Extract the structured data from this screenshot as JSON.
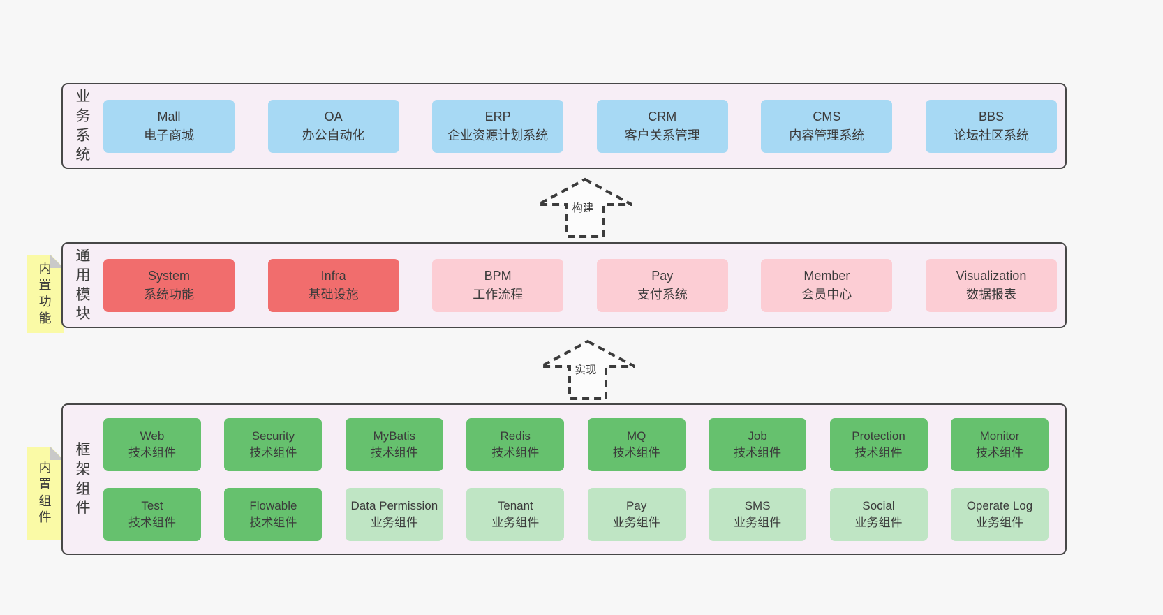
{
  "diagram": {
    "arrows": [
      {
        "label": "构建"
      },
      {
        "label": "实现"
      }
    ],
    "business": {
      "side_label": "业务系统",
      "boxes": [
        {
          "name": "Mall",
          "desc": "电子商城",
          "type": "blue"
        },
        {
          "name": "OA",
          "desc": "办公自动化",
          "type": "blue"
        },
        {
          "name": "ERP",
          "desc": "企业资源计划系统",
          "type": "blue"
        },
        {
          "name": "CRM",
          "desc": "客户关系管理",
          "type": "blue"
        },
        {
          "name": "CMS",
          "desc": "内容管理系统",
          "type": "blue"
        },
        {
          "name": "BBS",
          "desc": "论坛社区系统",
          "type": "blue"
        }
      ]
    },
    "modules": {
      "side_label": "通用模块",
      "sticky_label": "内置功能",
      "boxes": [
        {
          "name": "System",
          "desc": "系统功能",
          "type": "red"
        },
        {
          "name": "Infra",
          "desc": "基础设施",
          "type": "red"
        },
        {
          "name": "BPM",
          "desc": "工作流程",
          "type": "pink"
        },
        {
          "name": "Pay",
          "desc": "支付系统",
          "type": "pink"
        },
        {
          "name": "Member",
          "desc": "会员中心",
          "type": "pink"
        },
        {
          "name": "Visualization",
          "desc": "数据报表",
          "type": "pink"
        }
      ]
    },
    "framework": {
      "side_label": "框架组件",
      "sticky_label": "内置组件",
      "row1": [
        {
          "name": "Web",
          "desc": "技术组件",
          "type": "green"
        },
        {
          "name": "Security",
          "desc": "技术组件",
          "type": "green"
        },
        {
          "name": "MyBatis",
          "desc": "技术组件",
          "type": "green"
        },
        {
          "name": "Redis",
          "desc": "技术组件",
          "type": "green"
        },
        {
          "name": "MQ",
          "desc": "技术组件",
          "type": "green"
        },
        {
          "name": "Job",
          "desc": "技术组件",
          "type": "green"
        },
        {
          "name": "Protection",
          "desc": "技术组件",
          "type": "green"
        },
        {
          "name": "Monitor",
          "desc": "技术组件",
          "type": "green"
        }
      ],
      "row2": [
        {
          "name": "Test",
          "desc": "技术组件",
          "type": "green"
        },
        {
          "name": "Flowable",
          "desc": "技术组件",
          "type": "green"
        },
        {
          "name": "Data Permission",
          "desc": "业务组件",
          "type": "lightgreen"
        },
        {
          "name": "Tenant",
          "desc": "业务组件",
          "type": "lightgreen"
        },
        {
          "name": "Pay",
          "desc": "业务组件",
          "type": "lightgreen"
        },
        {
          "name": "SMS",
          "desc": "业务组件",
          "type": "lightgreen"
        },
        {
          "name": "Social",
          "desc": "业务组件",
          "type": "lightgreen"
        },
        {
          "name": "Operate Log",
          "desc": "业务组件",
          "type": "lightgreen"
        }
      ]
    },
    "colors": {
      "page_bg": "#f7f7f7",
      "panel_bg": "#f7eef6",
      "panel_border": "#474747",
      "blue": "#a7d9f4",
      "red": "#f16d6d",
      "pink": "#fccdd4",
      "green": "#66c16e",
      "lightgreen": "#bfe5c4",
      "sticky": "#fafaa6",
      "fold": "#c9c9c9",
      "text": "#3b3b3b"
    }
  }
}
